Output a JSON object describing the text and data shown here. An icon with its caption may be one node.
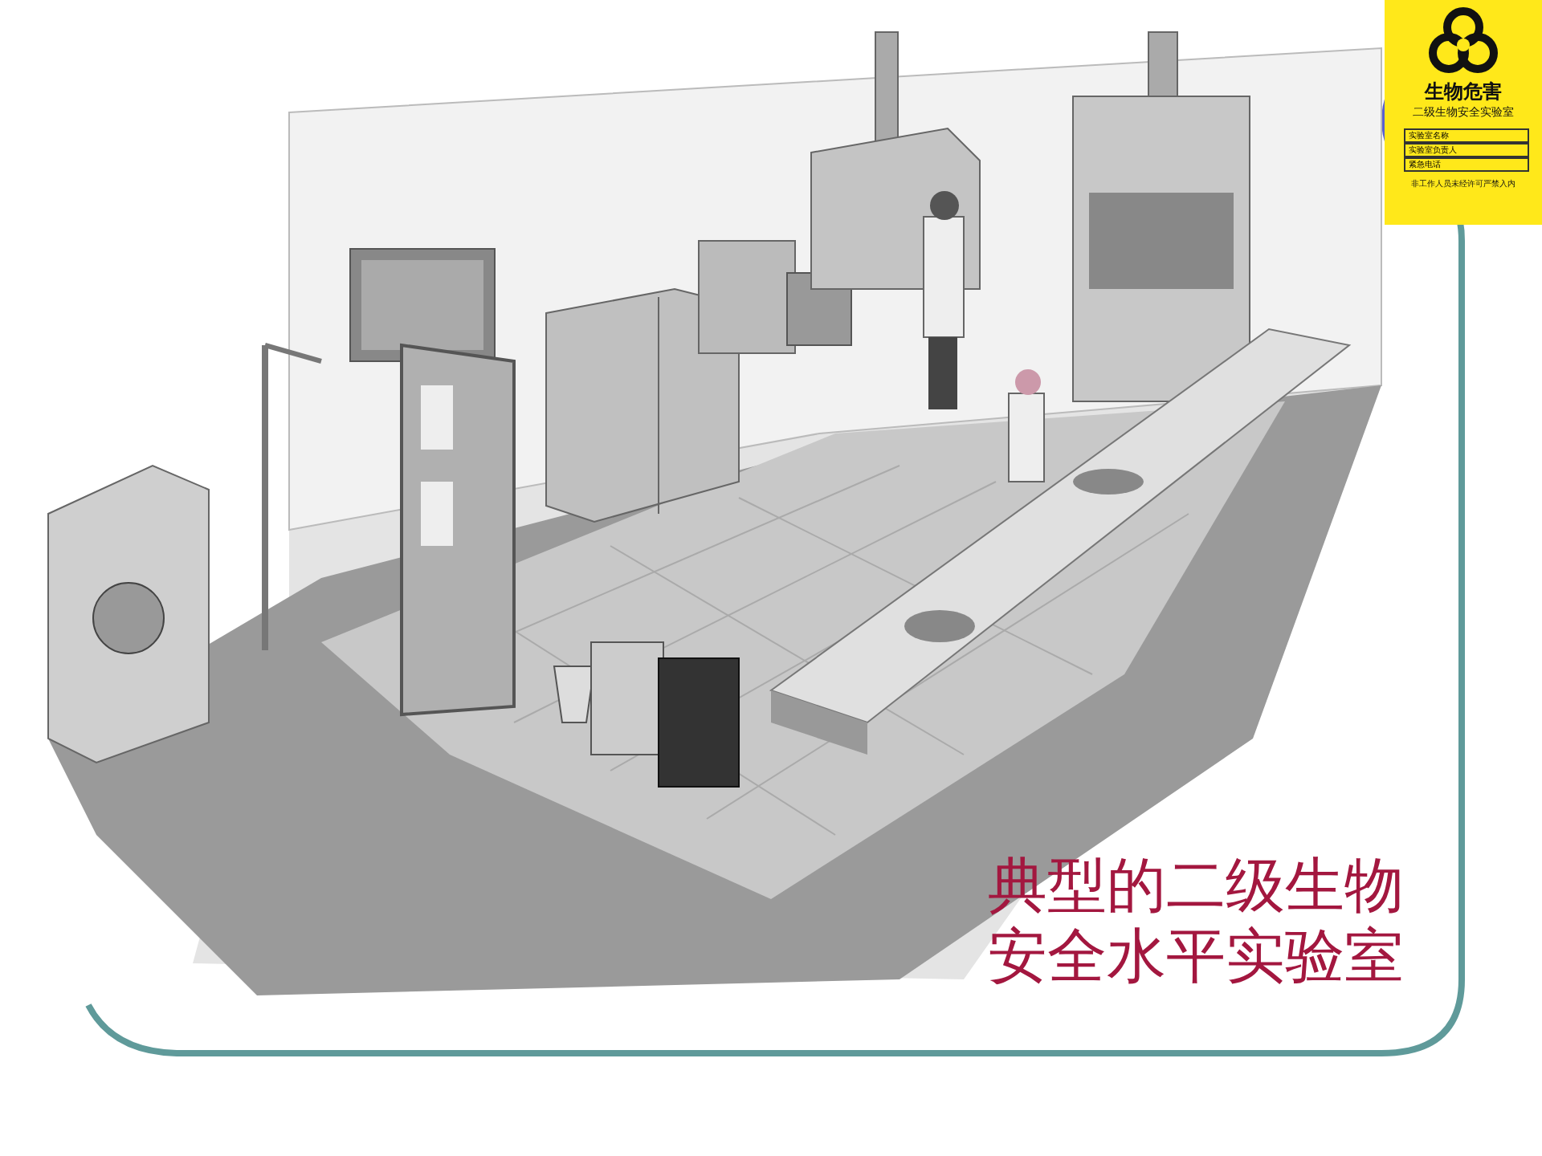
{
  "diagram": {
    "title": "典型的二级生物安全水平实验室",
    "labels": [
      "生物危害",
      "二级生物安全实验室",
      "实验室名称",
      "实验室负责人",
      "紧急电话",
      "非工作人员未经许可严禁入内"
    ]
  }
}
